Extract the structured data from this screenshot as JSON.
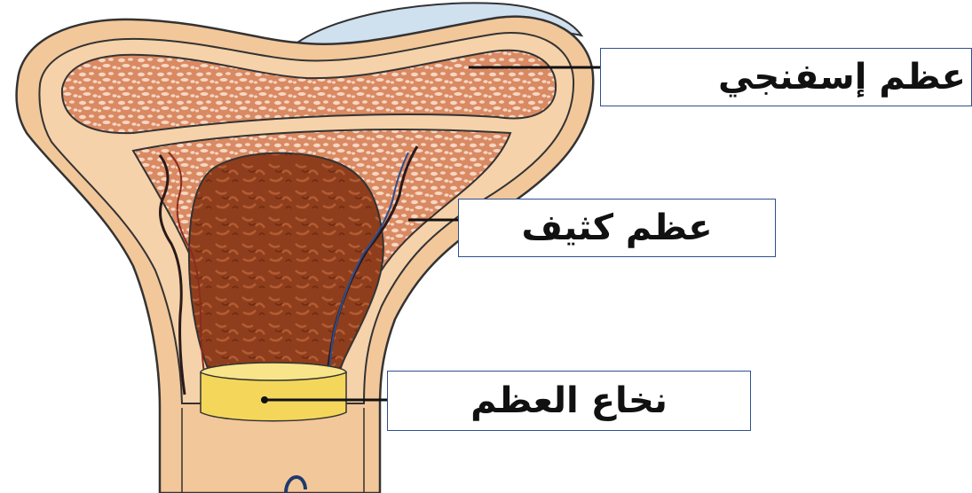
{
  "labels": {
    "spongy_bone": "عظم إسفنجي",
    "compact_bone": "عظم كثيف",
    "bone_marrow": "نخاع العظم"
  },
  "colors": {
    "box_border": "#2f4f8f",
    "bone_outer": "#f2c79a",
    "bone_shaft": "#f5d2aa",
    "spongy_fill": "#d98a63",
    "spongy_holes": "#f7d6c2",
    "marrow_cavity": "#8e3e1c",
    "yellow_marrow": "#f4d75a",
    "cartilage": "#cfe0ef",
    "leader_line": "#111111"
  }
}
